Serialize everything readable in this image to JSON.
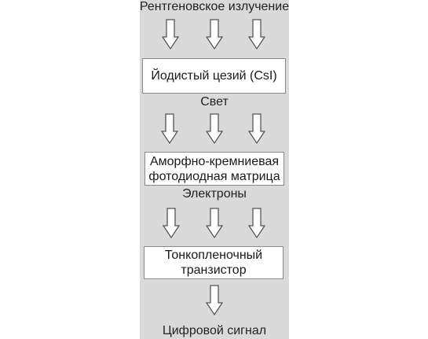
{
  "diagram": {
    "stages": [
      {
        "id": "input",
        "label": "Рентгеновское излучение"
      },
      {
        "id": "scintillator",
        "box_lines": [
          "Йодистый цезий (CsI)"
        ]
      },
      {
        "id": "light",
        "label": "Свет"
      },
      {
        "id": "photodiode",
        "box_lines": [
          "Аморфно-кремниевая",
          "фотодиодная матрица"
        ]
      },
      {
        "id": "electrons",
        "label": "Электроны"
      },
      {
        "id": "tft",
        "box_lines": [
          "Тонкопленочный",
          "транзистор"
        ]
      },
      {
        "id": "output",
        "label": "Цифровой сигнал"
      }
    ],
    "colors": {
      "panel": "#dadada",
      "box": "#ffffff",
      "box_border": "#8a8a8a",
      "arrow_fill": "#ffffff",
      "arrow_stroke": "#555555"
    },
    "icons": [
      "down-arrow-icon"
    ]
  }
}
